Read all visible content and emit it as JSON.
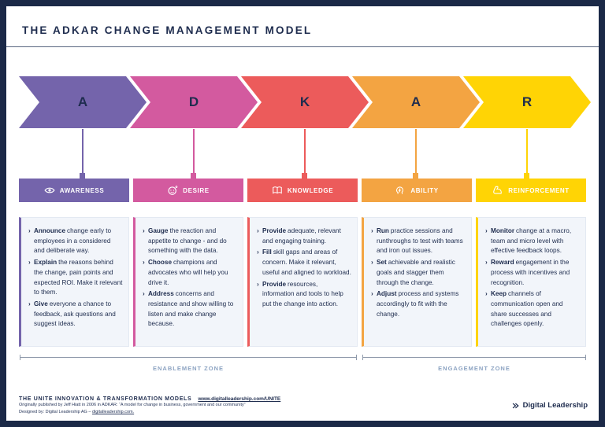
{
  "header": {
    "title": "THE ADKAR CHANGE MANAGEMENT MODEL"
  },
  "ui": {
    "bullet_char": "›",
    "navy": "#1e2c4e",
    "frame_color": "#1b2947",
    "zone_line_color": "#8e99aa"
  },
  "stages": [
    {
      "letter": "A",
      "name": "AWARENESS",
      "icon": "eye-icon",
      "color": "#7464ab",
      "bullets": [
        {
          "lead": "Announce",
          "text": "change early to employees in a considered and deliberate way."
        },
        {
          "lead": "Explain",
          "text": "the reasons behind the change, pain points and expected ROI. Make it relevant to them."
        },
        {
          "lead": "Give",
          "text": "everyone a chance to feedback, ask questions and suggest ideas."
        }
      ]
    },
    {
      "letter": "D",
      "name": "DESIRE",
      "icon": "smiley-icon",
      "color": "#d35a9f",
      "bullets": [
        {
          "lead": "Gauge",
          "text": "the reaction and appetite to change - and do something with the data."
        },
        {
          "lead": "Choose",
          "text": "champions and advocates who will help you drive it."
        },
        {
          "lead": "Address",
          "text": "concerns and resistance and show willing to listen and make change because."
        }
      ]
    },
    {
      "letter": "K",
      "name": "KNOWLEDGE",
      "icon": "book-icon",
      "color": "#ec5b5b",
      "bullets": [
        {
          "lead": "Provide",
          "text": "adequate, relevant and engaging training."
        },
        {
          "lead": "Fill",
          "text": "skill gaps and areas of concern. Make it relevant, useful and aligned to workload."
        },
        {
          "lead": "Provide",
          "text": "resources, information and tools to help put the change into action."
        }
      ]
    },
    {
      "letter": "A",
      "name": "ABILITY",
      "icon": "head-bolt-icon",
      "color": "#f3a442",
      "bullets": [
        {
          "lead": "Run",
          "text": "practice sessions and runthroughs to test with teams and iron out issues."
        },
        {
          "lead": "Set",
          "text": "achievable and realistic goals and stagger them through the change."
        },
        {
          "lead": "Adjust",
          "text": "process and systems accordingly to fit with the change."
        }
      ]
    },
    {
      "letter": "R",
      "name": "REINFORCEMENT",
      "icon": "muscle-arm-icon",
      "color": "#ffd405",
      "bullets": [
        {
          "lead": "Monitor",
          "text": "change at a macro, team and micro level with effective feedback loops."
        },
        {
          "lead": "Reward",
          "text": "engagement in the process with incentives and recognition."
        },
        {
          "lead": "Keep",
          "text": "channels of communication open and share successes and challenges openly."
        }
      ]
    }
  ],
  "zones": [
    {
      "label": "ENABLEMENT ZONE"
    },
    {
      "label": "ENGAGEMENT ZONE"
    }
  ],
  "footer": {
    "series_title": "THE UNITE INNOVATION & TRANSFORMATION MODELS",
    "series_link": "www.digitalleadership.com/UNITE",
    "published_line": "Originally published by Jeff Hiatt in 2006 in ADKAR: “A model for change in business, government and our community”",
    "designed_line": "Designed by: Digital Leadership AG –",
    "designed_link": "digitalleadership.com.",
    "brand": "Digital Leadership"
  }
}
